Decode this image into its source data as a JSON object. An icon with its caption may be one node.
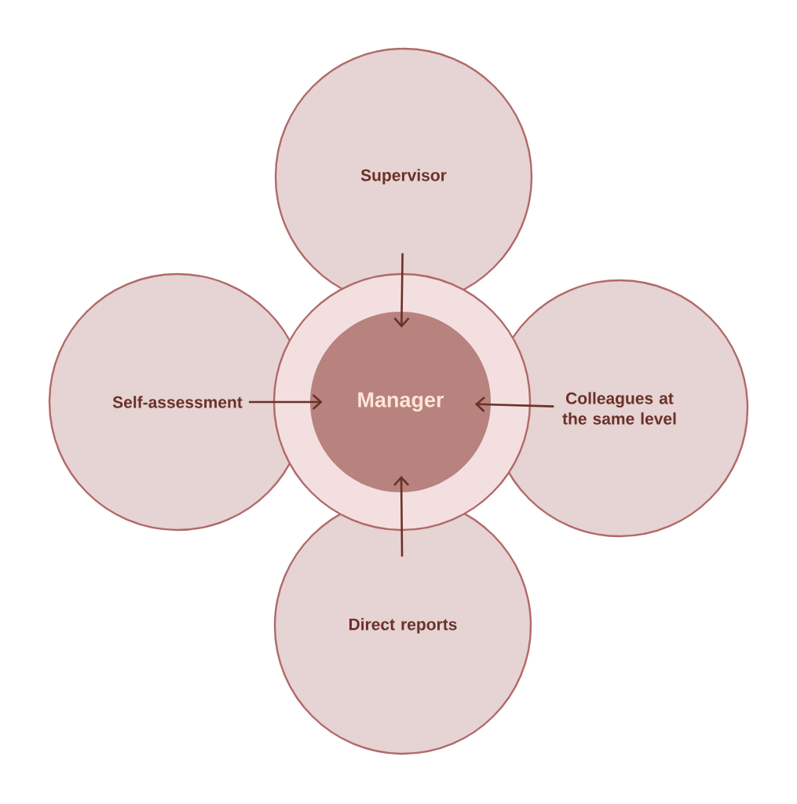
{
  "diagram": {
    "nodes": [
      {
        "text": [],
        "shape": "circle"
      },
      {
        "text": [
          "Manager"
        ],
        "in": 0
      },
      {
        "text": [
          "Supervisor"
        ]
      },
      {
        "text": [
          "Self-assessment"
        ]
      },
      {
        "text": [
          "Colleagues at the same level"
        ]
      },
      {
        "text": [
          "Direct reports"
        ]
      }
    ],
    "edges": [
      {
        "from": 2,
        "to": 1,
        "arrow": "to"
      },
      {
        "from": 3,
        "to": 1,
        "arrow": "to"
      },
      {
        "from": 4,
        "to": 1,
        "arrow": "to"
      },
      {
        "from": 5,
        "to": 1,
        "arrow": "to"
      }
    ]
  }
}
